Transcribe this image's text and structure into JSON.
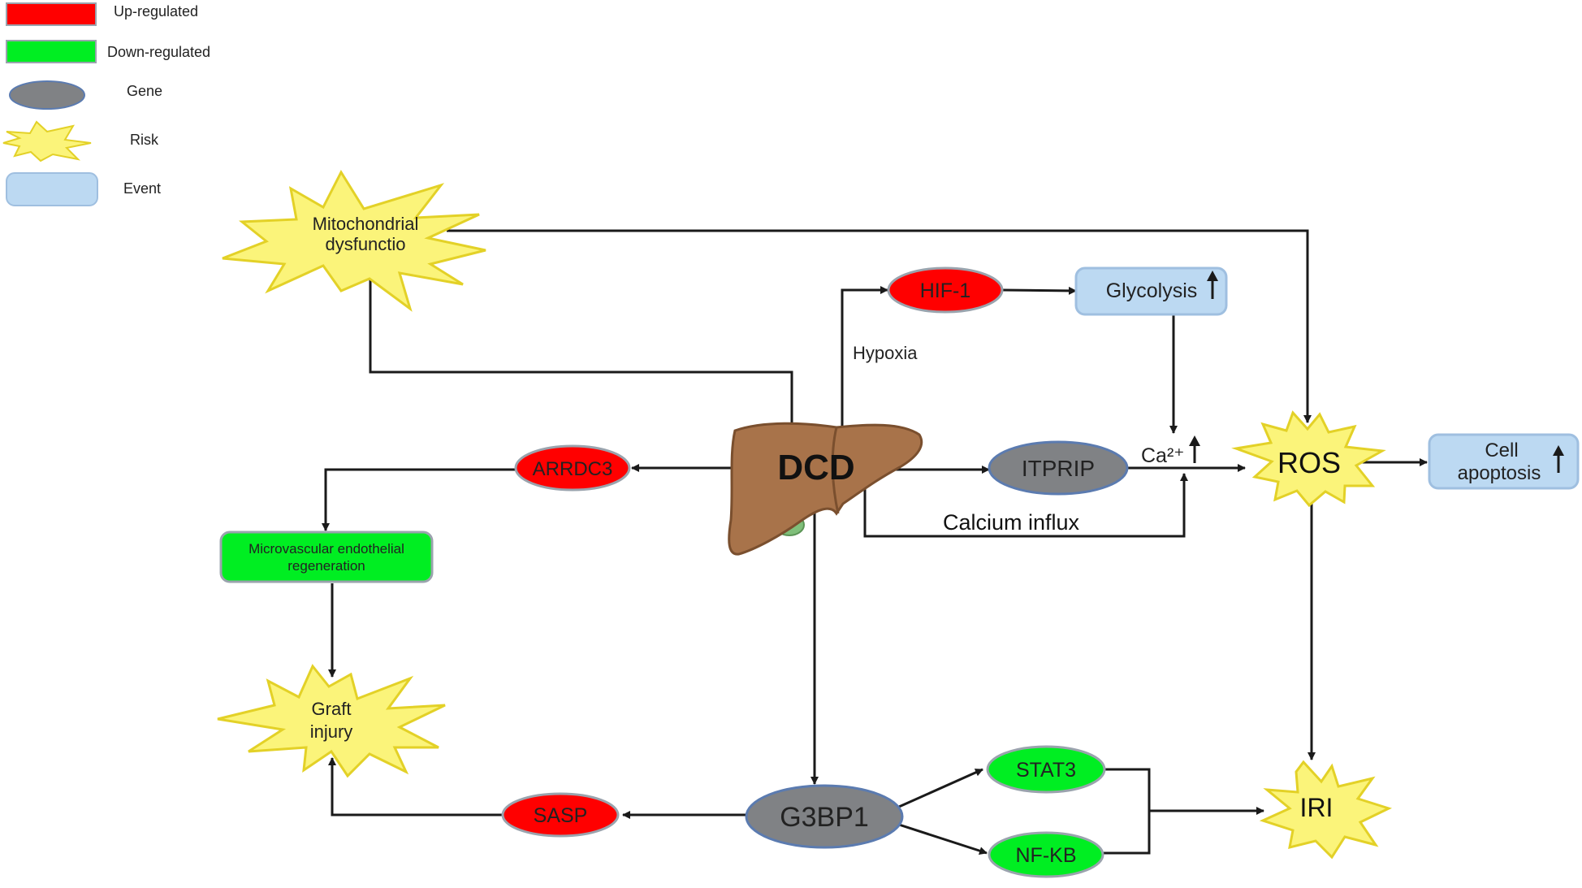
{
  "legend": {
    "items": [
      {
        "label": "Up-regulated",
        "icon": "red-rectangle-icon"
      },
      {
        "label": "Down-regulated",
        "icon": "green-rectangle-icon"
      },
      {
        "label": "Gene",
        "icon": "gray-ellipse-icon"
      },
      {
        "label": "Risk",
        "icon": "yellow-starburst-icon"
      },
      {
        "label": "Event",
        "icon": "blue-rounded-box-icon"
      }
    ]
  },
  "colors": {
    "up": "#ff0000",
    "down": "#00ee22",
    "gene": "#808285",
    "risk": "#fbf47a",
    "event": "#bcd9f2",
    "liver": "#a8734a",
    "edge": "#1a1a1a"
  },
  "center": {
    "label": "DCD",
    "icon": "liver-icon"
  },
  "nodes": {
    "mito_line1": "Mitochondrial",
    "mito_line2": "dysfunctio",
    "hif1": "HIF-1",
    "glycolysis": "Glycolysis",
    "hypoxia": "Hypoxia",
    "arrdc3": "ARRDC3",
    "itprip": "ITPRIP",
    "ca": "Ca²⁺",
    "ros": "ROS",
    "apoptosis_line1": "Cell",
    "apoptosis_line2": "apoptosis",
    "calcium_influx": "Calcium influx",
    "micro_line1": "Microvascular endothelial",
    "micro_line2": "regeneration",
    "graft_line1": "Graft",
    "graft_line2": "injury",
    "sasp": "SASP",
    "g3bp1": "G3BP1",
    "stat3": "STAT3",
    "nfkb": "NF-KB",
    "iri": "IRI"
  }
}
